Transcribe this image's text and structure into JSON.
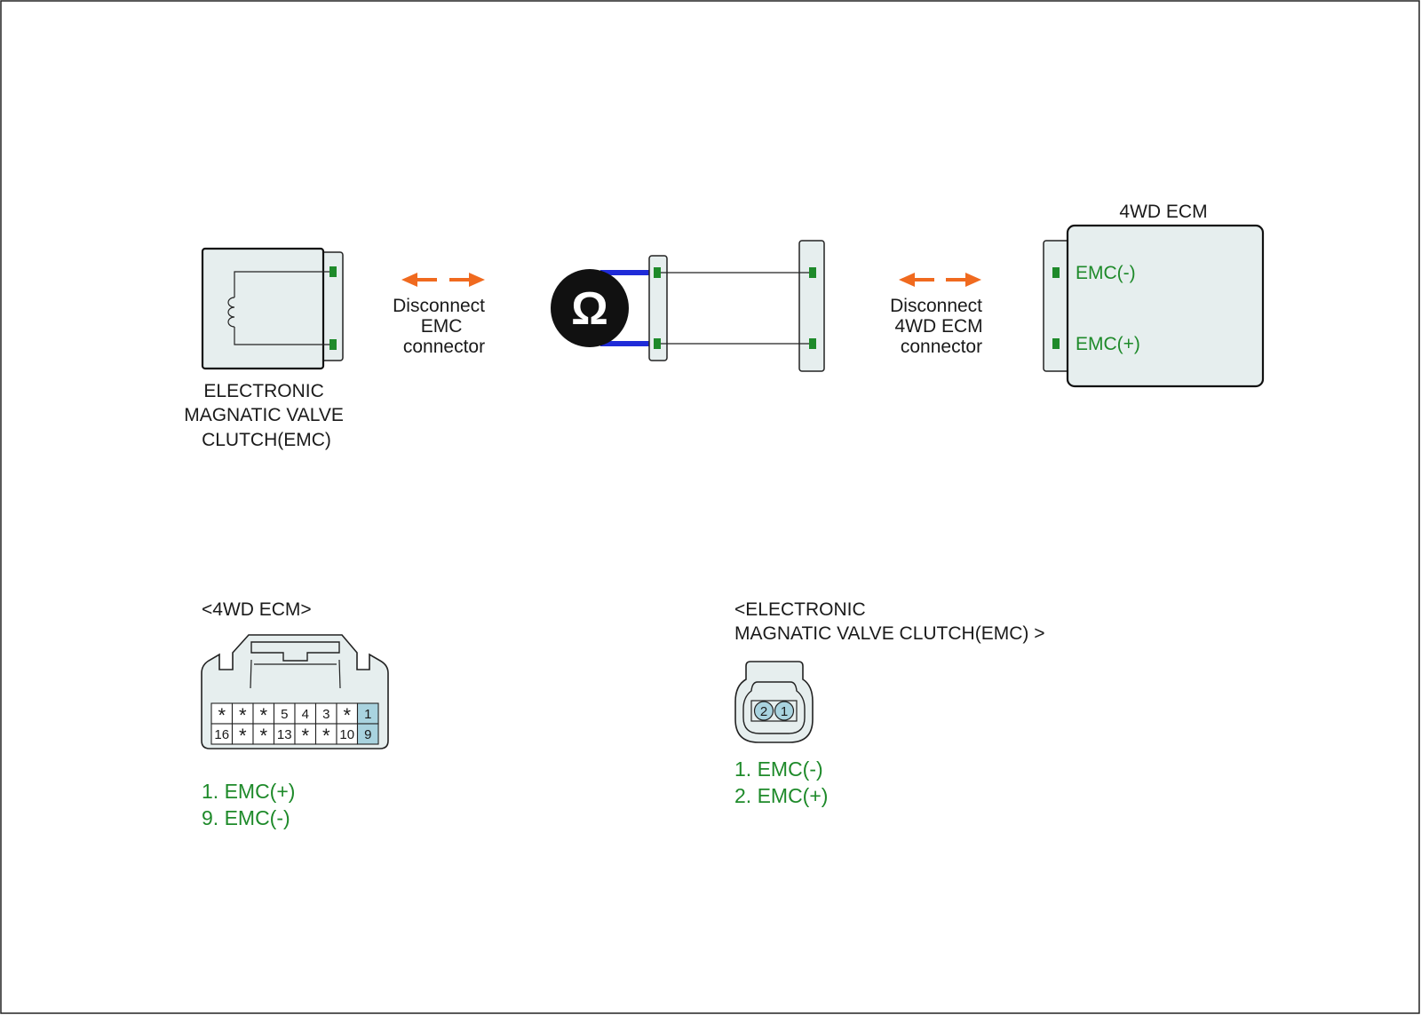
{
  "colors": {
    "accent_green": "#1e8a2a",
    "arrow_orange": "#f06a1f",
    "probe_blue": "#1f2bd8",
    "panel_fill": "#e6eeee",
    "pin_highlight": "#a9d3df"
  },
  "icons": {
    "ohmmeter": "omega-icon",
    "coil": "coil-icon",
    "arrows": "double-arrow-icon"
  },
  "emc_component": {
    "label_lines": [
      "ELECTRONIC",
      "MAGNATIC VALVE",
      "CLUTCH(EMC)"
    ]
  },
  "disconnect_emc": {
    "lines": [
      "Disconnect",
      "EMC",
      "connector"
    ]
  },
  "meter": {
    "symbol": "Ω"
  },
  "disconnect_ecm": {
    "lines": [
      "Disconnect",
      "4WD ECM",
      "connector"
    ]
  },
  "ecm": {
    "title": "4WD ECM",
    "pin_top": "EMC(-)",
    "pin_bottom": "EMC(+)"
  },
  "ecm_connector": {
    "title": "<4WD ECM>",
    "row1": [
      "*",
      "*",
      "*",
      "5",
      "4",
      "3",
      "*",
      "1"
    ],
    "row2": [
      "16",
      "*",
      "*",
      "13",
      "*",
      "*",
      "10",
      "9"
    ],
    "highlighted": [
      "1",
      "9"
    ],
    "pins": [
      "1. EMC(+)",
      "9. EMC(-)"
    ]
  },
  "emc_connector": {
    "title_lines": [
      "<ELECTRONIC",
      "MAGNATIC VALVE CLUTCH(EMC) >"
    ],
    "cells": [
      "2",
      "1"
    ],
    "pins": [
      "1. EMC(-)",
      "2. EMC(+)"
    ]
  }
}
